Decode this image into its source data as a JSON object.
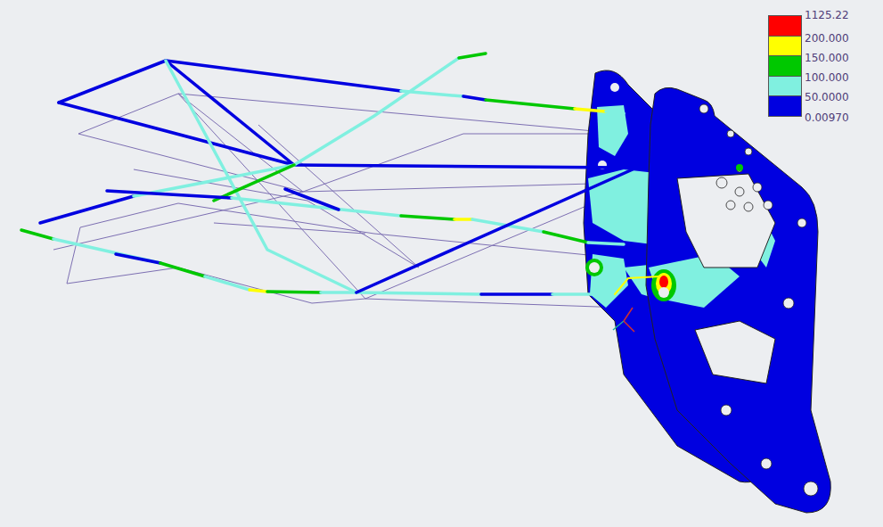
{
  "diagram": {
    "labels": [
      "0.00970"
    ],
    "legend": [
      {
        "text": "1125.22",
        "color": "#ff0000"
      },
      {
        "text": "200.000",
        "color": "#ffff00"
      },
      {
        "text": "150.000",
        "color": "#00c800"
      },
      {
        "text": "100.000",
        "color": "#80f0e0"
      },
      {
        "text": "50.0000",
        "color": "#0000e0"
      }
    ]
  }
}
